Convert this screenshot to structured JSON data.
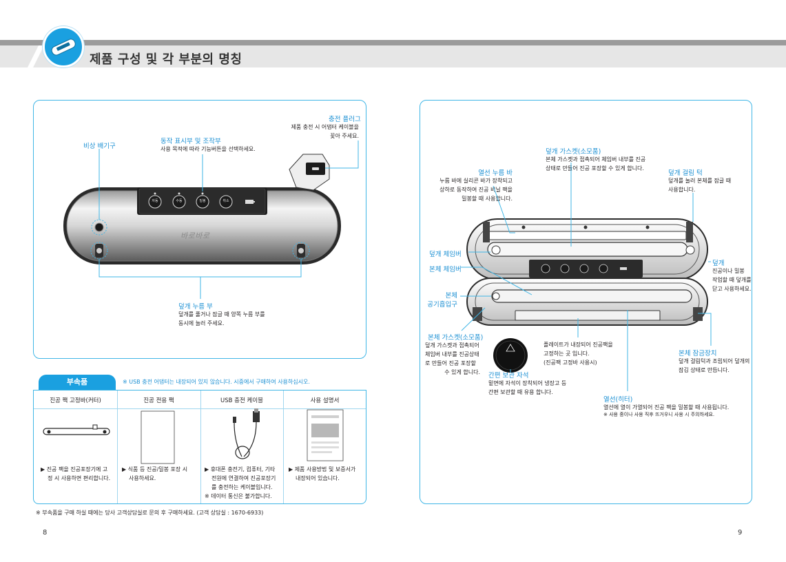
{
  "header": {
    "title": "제품 구성 및 각 부분의 명칭",
    "accent_color": "#1aa0e0"
  },
  "left_panel": {
    "emergency_vent": {
      "title": "비상 배기구"
    },
    "control_panel": {
      "title": "동작 표시부 및 조작부",
      "desc": "사용 목적에 따라 기능버튼을 선택하세요."
    },
    "charging_plug": {
      "title": "충전 플러그",
      "desc_lines": [
        "제품 충전 시 어댑터 케이블을",
        "꽂아 주세요."
      ]
    },
    "lid_press": {
      "title": "덮개 누름 부",
      "desc_lines": [
        "덮개를 풀거나 잠글 때 양쪽 누름 부를",
        "동시에 눌러 주세요."
      ]
    },
    "brand_logo": "바로바로",
    "buttons": [
      "자동",
      "수동",
      "밀봉",
      "취소"
    ]
  },
  "right_panel": {
    "lid_gasket": {
      "title": "덮개 가스켓(소모품)",
      "desc_lines": [
        "본체 가스켓과 접촉되어 체임버 내부를 진공",
        "상태로 만들어 진공 포장할 수 있게 합니다."
      ]
    },
    "seal_bar": {
      "title": "열선 누름 바",
      "desc_lines": [
        "누름 바에 실리콘 바가 장착되고",
        "상하로 동작하여 진공 비닐 팩을",
        "밀봉할 때 사용합니다."
      ]
    },
    "lid_hook": {
      "title": "덮개 걸림 턱",
      "desc_lines": [
        "덮개를 눌러 본체를 잠글 때",
        "사용합니다."
      ]
    },
    "lid_chamber": {
      "title": "덮개 체임버"
    },
    "body_chamber": {
      "title": "본체 체임버"
    },
    "lid": {
      "title": "덮개",
      "desc_lines": [
        "진공이나 밀봉",
        "작업할 때 덮개를",
        "닫고 사용하세요."
      ]
    },
    "body_intake": {
      "title_lines": [
        "본체",
        "공기흡입구"
      ]
    },
    "body_gasket": {
      "title": "본체 가스켓(소모품)",
      "desc_lines": [
        "덮개 가스켓과 접촉되어",
        "체임버 내부를 진공상태",
        "로 만들어 진공 포장할",
        "수 있게 합니다."
      ]
    },
    "plate": {
      "desc_lines": [
        "플레이트가 내장되어 진공팩을",
        "고정하는 곳 입니다.",
        "(진공팩 고정바 사용시)"
      ]
    },
    "body_lock": {
      "title": "본체 잠금장치",
      "desc_lines": [
        "덮개 걸림턱과 조립되어 덮개의",
        "잠김 상태로 만듭니다."
      ]
    },
    "magnet": {
      "title": "간편 보관 자석",
      "desc_lines": [
        "밑면에 자석이 장착되어 냉장고 등",
        "간편 보관할 때 유용 합니다."
      ]
    },
    "heater": {
      "title": "열선(히터)",
      "desc": "열선에 열이 가열되어 진공 팩을 밀봉할 때 사용됩니다.",
      "note": "※ 사용 중이나 사용 직후 뜨거우니 사용 시 주의하세요."
    }
  },
  "accessories": {
    "tab_label": "부속품",
    "note": "※ USB 충전 어댑터는 내장되어 있지 않습니다. 시중에서 구매하여 사용하십시오.",
    "items": [
      {
        "name": "진공 팩 고정바(커터)",
        "desc_lines": [
          "▶ 진공 팩을 진공포장기에 고",
          "정 시 사용하면 편리합니다."
        ]
      },
      {
        "name": "진공 전용 팩",
        "desc_lines": [
          "▶ 식품 등 진공/밀봉 포장 시",
          "사용하세요."
        ]
      },
      {
        "name": "USB 충전 케이블",
        "desc_lines": [
          "▶ 휴대폰 충전기, 컴퓨터, 기타",
          "전원에 연결하여 진공포장기",
          "를 충전하는 케이블입니다.",
          "※ 데이터 통신은 불가합니다."
        ]
      },
      {
        "name": "사용 설명서",
        "desc_lines": [
          "▶ 제품 사용방법 및 보증서가",
          "내장되어 있습니다."
        ]
      }
    ]
  },
  "footer": {
    "note": "※ 부속품을 구매 하실 때에는 당사 고객상담실로 문의 후 구매하세요. (고객 상담실 : 1670-6933)",
    "page_left": "8",
    "page_right": "9"
  }
}
